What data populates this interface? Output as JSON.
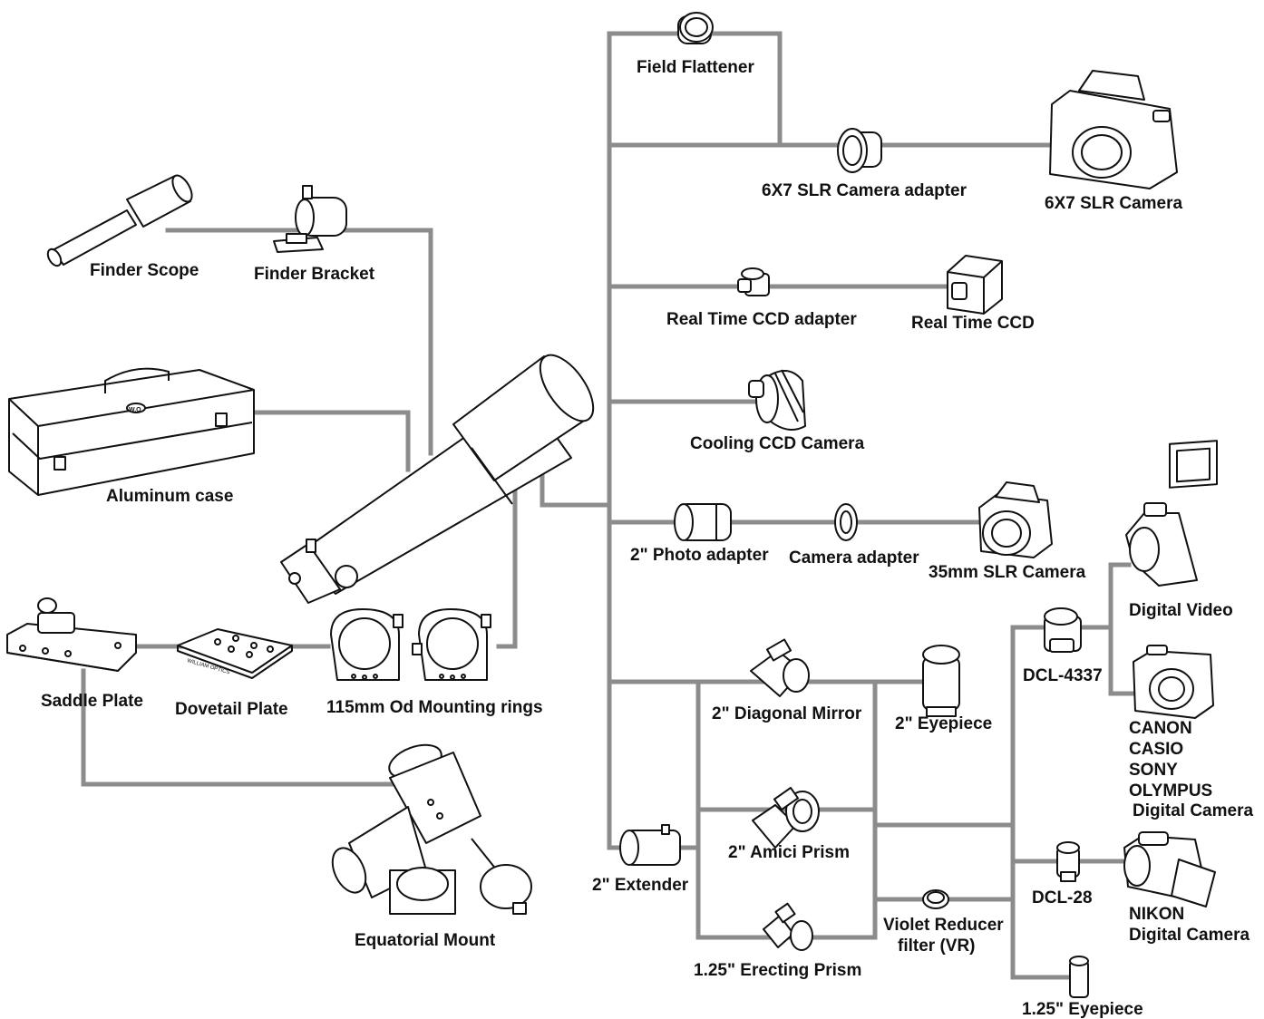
{
  "colors": {
    "connector": "#8c8c8c",
    "outline": "#111111",
    "background": "#ffffff"
  },
  "labels": {
    "finder_scope": "Finder Scope",
    "finder_bracket": "Finder Bracket",
    "aluminum_case": "Aluminum case",
    "saddle_plate": "Saddle Plate",
    "dovetail_plate": "Dovetail Plate",
    "mounting_rings": "115mm Od Mounting rings",
    "equatorial_mount": "Equatorial Mount",
    "field_flattener": "Field Flattener",
    "slr67_adapter": "6X7 SLR  Camera adapter",
    "slr67_camera": "6X7 SLR Camera",
    "rt_ccd_adapter": "Real Time CCD adapter",
    "rt_ccd": "Real Time CCD",
    "cooling_ccd": "Cooling CCD Camera",
    "photo_adapter": "2\" Photo adapter",
    "camera_adapter": "Camera adapter",
    "slr35_camera": "35mm SLR Camera",
    "digital_video": "Digital Video",
    "dcl4337": "DCL-4337",
    "canon": "CANON",
    "casio": "CASIO",
    "sony": "SONY",
    "olympus": "OLYMPUS",
    "digital_camera": "Digital Camera",
    "diagonal_mirror": "2\"  Diagonal Mirror",
    "eyepiece_2": "2\" Eyepiece",
    "amici_prism": "2\" Amici Prism",
    "extender": "2\"  Extender",
    "erecting_prism": "1.25\" Erecting Prism",
    "violet_reducer_1": "Violet Reducer",
    "violet_reducer_2": "filter (VR)",
    "dcl28": "DCL-28",
    "nikon": "NIKON",
    "nikon_digital_camera": "Digital Camera",
    "eyepiece_125": "1.25\" Eyepiece",
    "case_logo": "W.O",
    "dovetail_engraving": "WILLIAM OPTICS"
  },
  "icons": [
    "finder-scope-icon",
    "finder-bracket-icon",
    "aluminum-case-icon",
    "telescope-icon",
    "saddle-plate-icon",
    "dovetail-plate-icon",
    "mounting-ring-icon",
    "equatorial-mount-icon",
    "field-flattener-icon",
    "camera-adapter-icon",
    "slr-camera-icon",
    "ccd-adapter-icon",
    "ccd-camera-icon",
    "cooling-ccd-icon",
    "photo-adapter-icon",
    "t-ring-icon",
    "video-camera-icon",
    "dcl-adapter-icon",
    "compact-camera-icon",
    "diagonal-mirror-icon",
    "eyepiece-icon",
    "amici-prism-icon",
    "extender-icon",
    "erecting-prism-icon",
    "filter-icon",
    "digital-camera-icon"
  ]
}
